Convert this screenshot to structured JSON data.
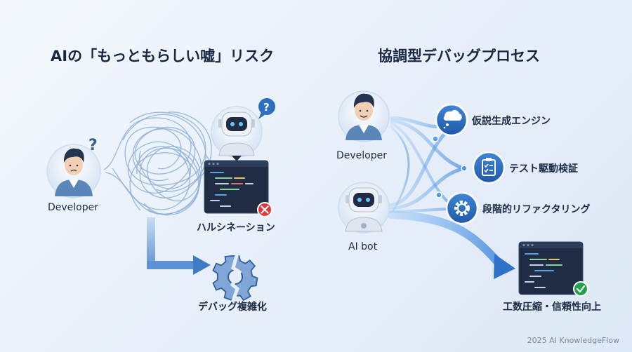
{
  "left": {
    "title": "AIの「もっともらしい嘘」リスク",
    "developer_label": "Developer",
    "hallucination_label": "ハルシネーション",
    "debug_label": "デバッグ複雑化"
  },
  "right": {
    "title": "協調型デバッグプロセス",
    "developer_label": "Developer",
    "bot_label": "AI bot",
    "steps": [
      {
        "label": "仮説生成エンジン",
        "icon": "speech-bubble-icon"
      },
      {
        "label": "テスト駆動検証",
        "icon": "checklist-icon"
      },
      {
        "label": "段階的リファクタリング",
        "icon": "gear-icon"
      }
    ],
    "result_label": "工数圧縮・信頼性向上"
  },
  "footer": "2025 AI KnowledgeFlow",
  "colors": {
    "accent": "#2f6fc0",
    "flow": "#4f9be8",
    "error": "#e03a3a",
    "success": "#22a04b",
    "code_bg": "#1f2c43"
  }
}
